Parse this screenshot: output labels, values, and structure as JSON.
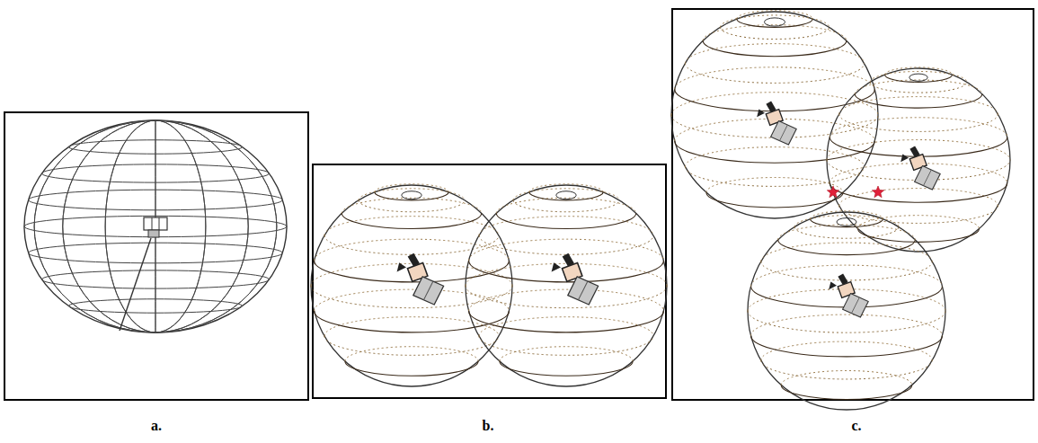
{
  "diagram": {
    "labels": [
      "a.",
      "b.",
      "c."
    ]
  }
}
